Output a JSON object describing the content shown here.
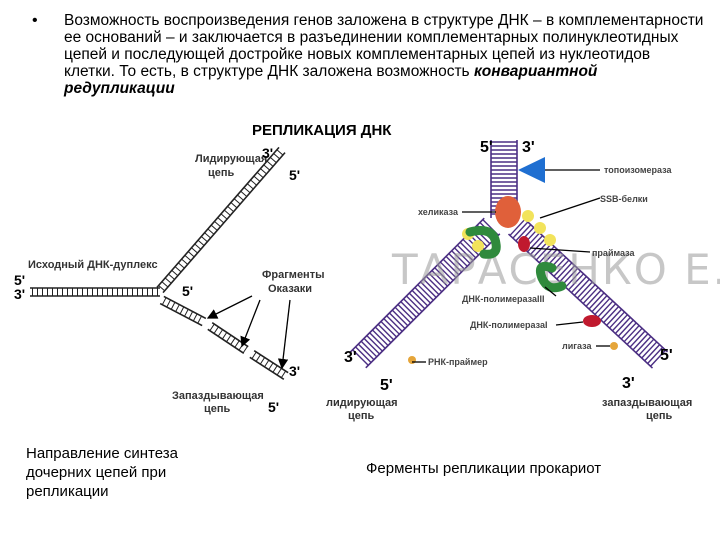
{
  "text": {
    "bullet": "•",
    "para_main": "Возможность воспроизведения генов заложена в структуре ДНК – в комплементарности ее оснований – и заключается в разъединении комплементарных полинуклеотидных цепей и последующей достройке новых комплементарных цепей из нуклеотидов клетки. То есть, в структуре ДНК заложена возможность ",
    "para_emphasis": "конвариантной редупликации",
    "heading": "РЕПЛИКАЦИЯ ДНК",
    "caption_left": "Направление синтеза дочерних цепей при репликации",
    "caption_right": "Ферменты репликации прокариот"
  },
  "left_diagram": {
    "leading_strand": "Лидирующая цепь",
    "parent_duplex": "Исходный ДНК-дуплекс",
    "okazaki": "Фрагменты Оказаки",
    "lagging_strand": "Запаздывающая цепь",
    "end_3_top": "3'",
    "end_5_top": "5'",
    "end_5_left": "5'",
    "end_3_left": "3'",
    "end_5_mid": "5'",
    "end_3_bottom": "3'",
    "end_5_bottom": "5'"
  },
  "right_diagram": {
    "top_5": "5'",
    "top_3": "3'",
    "topoisomerase": "топоизомераза",
    "ssb": "SSB-белки",
    "helicase": "хеликаза",
    "primase": "праймаза",
    "pol3": "ДНК-полимеразаIII",
    "pol1": "ДНК-полимеразаI",
    "ligase": "лигаза",
    "rna_primer": "РНК-праймер",
    "left_3": "3'",
    "left_5": "5'",
    "right_5": "5'",
    "right_3": "3'",
    "leading_strand": "лидирующая цепь",
    "lagging_strand": "запаздывающая цепь",
    "watermark": "ТАРАСЕНКО Е.В."
  },
  "colors": {
    "dna": "#4b2e83",
    "topoisomerase": "#1f6fd1",
    "helicase": "#e0603a",
    "ssb": "#f2e35b",
    "primase": "#c0192e",
    "polymerase": "#2f8a3c",
    "primer": "#e5a53a"
  }
}
